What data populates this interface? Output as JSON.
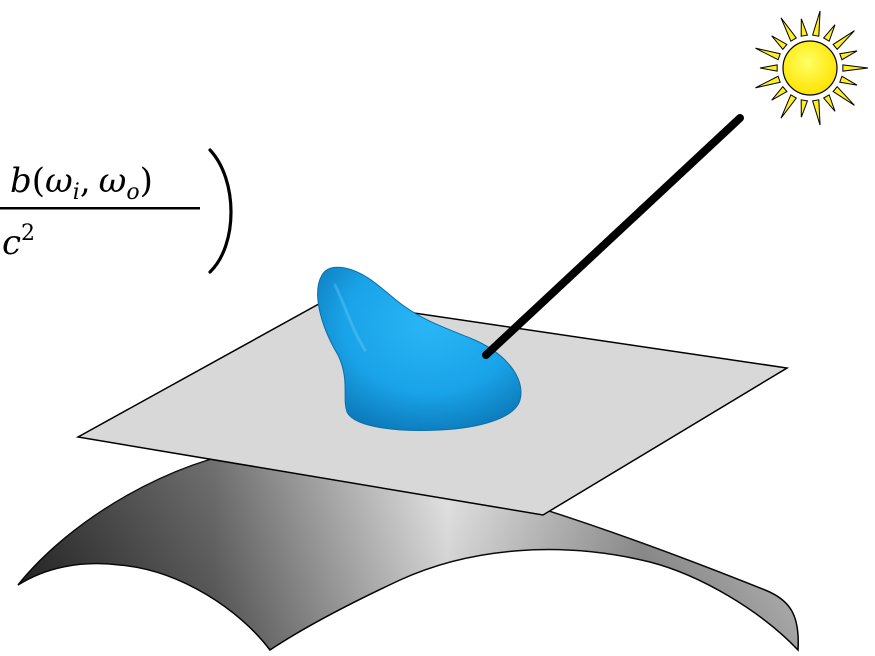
{
  "formula": {
    "numerator": {
      "fn": "b",
      "open": "(",
      "arg1": "ω",
      "arg1_sub": "i",
      "comma": ",",
      "arg2": "ω",
      "arg2_sub": "o",
      "close": ")"
    },
    "denominator": {
      "base": "c",
      "exp": "2"
    }
  },
  "colors": {
    "sun_fill": "#ffee22",
    "sun_stroke": "#000000",
    "ray": "#000000",
    "lobe": "#1aa3e8",
    "plane_fill": "#d8d8d8",
    "surface_light": "#e6e6e6",
    "surface_dark": "#1a1a1a"
  },
  "icons": {
    "light_source": "sun-icon",
    "lobe": "brdf-lobe",
    "plane": "tangent-plane",
    "surface": "curved-surface"
  }
}
